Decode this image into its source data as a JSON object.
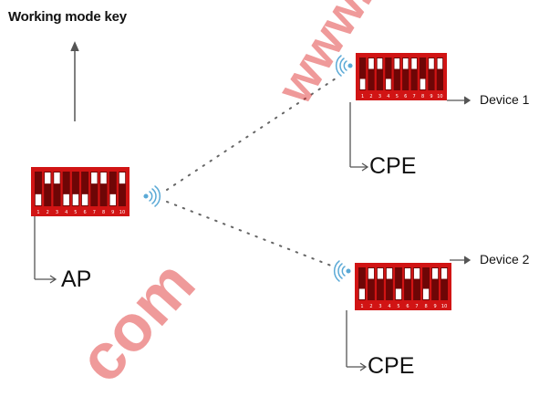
{
  "title": "Working mode key",
  "nodes": {
    "ap": {
      "label": "AP",
      "switch_states": [
        0,
        1,
        1,
        0,
        0,
        0,
        1,
        1,
        0,
        1
      ],
      "switch_numbers": [
        "1",
        "2",
        "3",
        "4",
        "5",
        "6",
        "7",
        "8",
        "9",
        "10"
      ]
    },
    "cpe1": {
      "label": "CPE",
      "device_label": "Device 1",
      "switch_states": [
        0,
        1,
        1,
        0,
        1,
        1,
        1,
        0,
        1,
        1
      ],
      "switch_numbers": [
        "1",
        "2",
        "3",
        "4",
        "5",
        "6",
        "7",
        "8",
        "9",
        "10"
      ]
    },
    "cpe2": {
      "label": "CPE",
      "device_label": "Device 2",
      "switch_states": [
        0,
        1,
        1,
        1,
        0,
        1,
        1,
        0,
        1,
        1
      ],
      "switch_numbers": [
        "1",
        "2",
        "3",
        "4",
        "5",
        "6",
        "7",
        "8",
        "9",
        "10"
      ]
    }
  },
  "watermark": {
    "text_1": "www.",
    "text_2": "com",
    "color": "#dc1e1e"
  },
  "colors": {
    "switch_body": "#d11414",
    "switch_slot": "#6e0606",
    "switch_knob": "#ffffff",
    "signal": "#5aa9d6",
    "line": "#555555"
  }
}
